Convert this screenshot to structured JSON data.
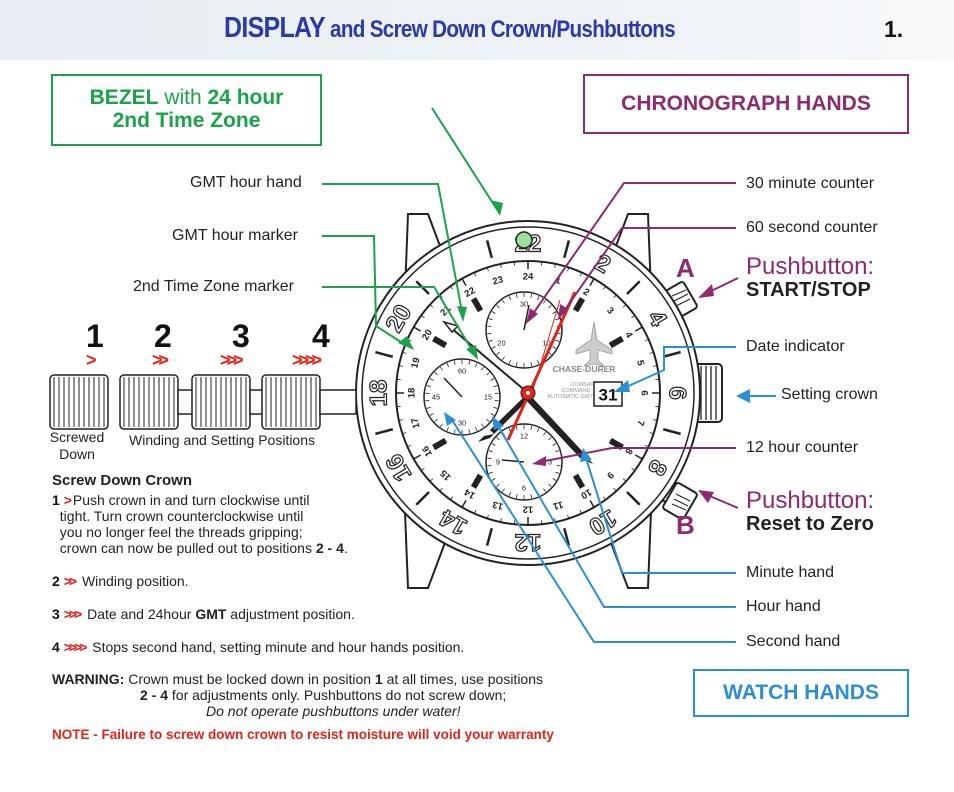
{
  "header": {
    "title_display": "DISPLAY",
    "title_rest": " and Screw Down Crown/Pushbuttons",
    "page_number": "1."
  },
  "bezel_box": {
    "line1_a": "BEZEL",
    "line1_b": " with ",
    "line1_c": "24 hour",
    "line2": "2nd Time Zone"
  },
  "chrono_box": "CHRONOGRAPH HANDS",
  "watch_box": "WATCH HANDS",
  "left_labels": {
    "gmt_hour_hand": "GMT hour hand",
    "gmt_hour_marker": "GMT hour marker",
    "second_zone_marker": "2nd Time Zone marker"
  },
  "right_labels": {
    "minute_counter_30": "30 minute counter",
    "second_counter_60": "60 second counter",
    "date_indicator": "Date indicator",
    "setting_crown": "Setting crown",
    "hour_counter_12": "12 hour counter",
    "minute_hand": "Minute hand",
    "hour_hand": "Hour hand",
    "second_hand": "Second hand"
  },
  "pushbuttons": {
    "a_letter": "A",
    "a_title": "Pushbutton:",
    "a_sub": "START/STOP",
    "b_letter": "B",
    "b_title": "Pushbutton:",
    "b_sub": "Reset to Zero"
  },
  "positions": {
    "numbers": [
      "1",
      "2",
      "3",
      "4"
    ],
    "arrows": [
      ">",
      ">>",
      ">>>",
      ">>>>"
    ],
    "screwed_down": "Screwed Down",
    "winding_setting": "Winding and Setting Positions"
  },
  "dial": {
    "brand": "CHASE-DURER",
    "model_lines": [
      "COMBAT",
      "COMMAND",
      "AUTOMATIC GMT"
    ],
    "date": "31",
    "bezel_numerals": [
      "22",
      "2",
      "4",
      "6",
      "8",
      "10",
      "12",
      "14",
      "16",
      "18",
      "20"
    ],
    "inner_24h": [
      "24",
      "1",
      "2",
      "3",
      "4",
      "5",
      "6",
      "7",
      "8",
      "9",
      "10",
      "11",
      "12",
      "13",
      "14",
      "15",
      "16",
      "17",
      "18",
      "19",
      "20",
      "21",
      "22",
      "23"
    ],
    "sub30": [
      "30",
      "10",
      "20"
    ],
    "sub60": [
      "60",
      "15",
      "30",
      "45"
    ],
    "sub12": [
      "12",
      "3",
      "6",
      "9"
    ]
  },
  "instructions": {
    "screw_title": "Screw Down Crown",
    "step1_num": "1",
    "step1_text": "Push crown in and turn clockwise until",
    "step1_line2": "tight. Turn crown counterclockwise until",
    "step1_line3": "you no longer feel the threads gripping;",
    "step1_line4": "crown can now be pulled out to positions",
    "step1_range": "2 - 4",
    "step2_num": "2",
    "step2_text": "Winding position.",
    "step3_num": "3",
    "step3_text_a": "Date and 24hour ",
    "step3_gmt": "GMT",
    "step3_text_b": " adjustment position.",
    "step4_num": "4",
    "step4_text": "Stops second hand, setting minute and hour hands position."
  },
  "warning": {
    "label": "WARNING:",
    "text_a": " Crown must be locked down in position ",
    "pos": "1",
    "text_b": " at all times, use positions",
    "range": "2 - 4",
    "text_c": " for adjustments only.  Pushbuttons do not screw down;",
    "italic": "Do not operate pushbuttons under water!"
  },
  "note": "NOTE - Failure to screw down crown to resist moisture will void your warranty",
  "colors": {
    "title_blue": "#2b3aa6",
    "green": "#1aa34a",
    "purple": "#8e2a6e",
    "blue": "#2b8fd8",
    "red": "#e2231a"
  }
}
